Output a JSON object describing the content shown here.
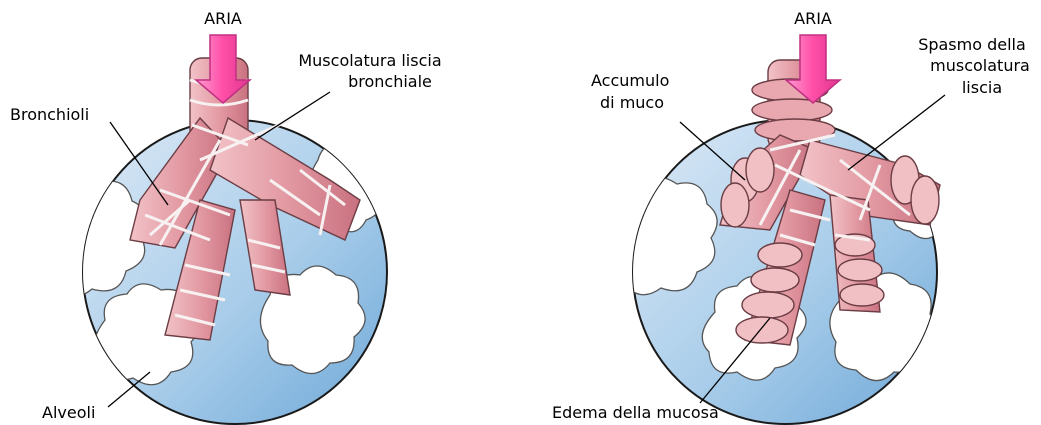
{
  "colors": {
    "background": "#ffffff",
    "circle_fill": "#9dc5e6",
    "circle_light": "#d9e8f5",
    "circle_outline": "#1a1a1a",
    "airway_fill": "#e6a4ab",
    "airway_dark": "#c9747f",
    "airway_light": "#f1c9cd",
    "muscle_band": "#f7f1f1",
    "alveoli_fill": "#ffffff",
    "arrow_fill": "#ff63b3",
    "arrow_outline": "#c03083",
    "leader_line": "#000000"
  },
  "left_panel": {
    "air_label": "ARIA",
    "labels": {
      "bronchioles": "Bronchioli",
      "smooth_muscle_line1": "Muscolatura liscia",
      "smooth_muscle_line2": "bronchiale",
      "alveoli": "Alveoli"
    }
  },
  "right_panel": {
    "air_label": "ARIA",
    "labels": {
      "mucus_line1": "Accumulo",
      "mucus_line2": "di muco",
      "spasm_line1": "Spasmo della",
      "spasm_line2": "muscolatura",
      "spasm_line3": "liscia",
      "edema": "Edema della mucosa"
    }
  }
}
